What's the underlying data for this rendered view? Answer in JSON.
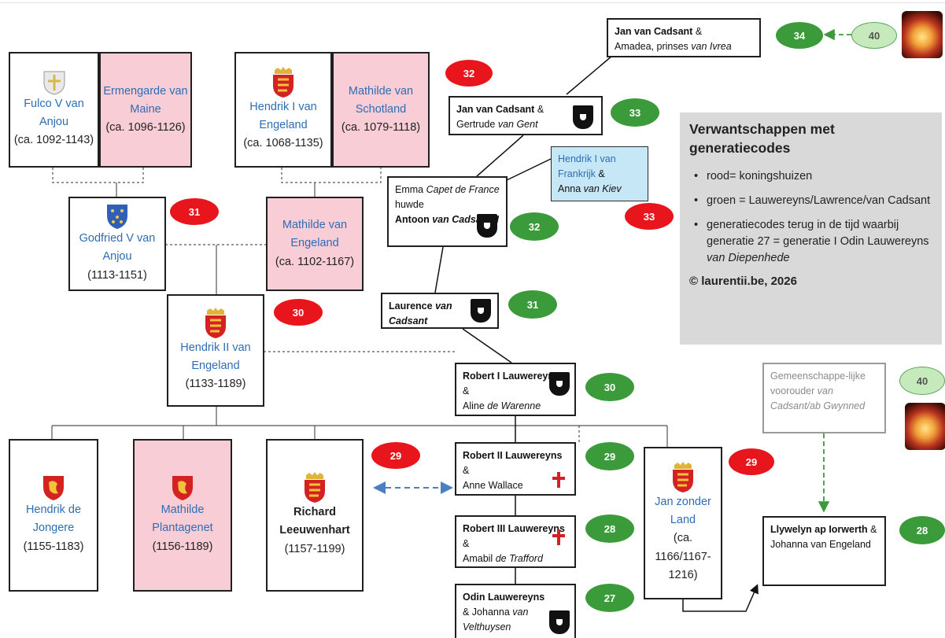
{
  "royals": {
    "fulco": {
      "name": "Fulco V van Anjou",
      "dates": "(ca. 1092-1143)"
    },
    "ermengarde": {
      "name": "Ermengarde van Maine",
      "dates": "(ca. 1096-1126)"
    },
    "hendrik1": {
      "name": "Hendrik I van Engeland",
      "dates": "(ca. 1068-1135)"
    },
    "mathilde_schotland": {
      "name": "Mathilde van Schotland",
      "dates": "(ca. 1079-1118)"
    },
    "godfried": {
      "name": "Godfried V van Anjou",
      "dates": "(1113-1151)"
    },
    "mathilde_engeland": {
      "name": "Mathilde van Engeland",
      "dates": "(ca. 1102-1167)"
    },
    "hendrik2": {
      "name": "Hendrik II van Engeland",
      "dates": "(1133-1189)"
    },
    "hendrik_jongere": {
      "name": "Hendrik de Jongere",
      "dates": "(1155-1183)"
    },
    "mathilde_plantagenet": {
      "name": "Mathilde Plantagenet",
      "dates": "(1156-1189)"
    },
    "richard": {
      "name": "Richard Leeuwenhart",
      "dates": "(1157-1199)"
    },
    "jan_zonder_land": {
      "name": "Jan zonder Land",
      "dates": "(ca. 1166/1167-1216)"
    }
  },
  "families": {
    "jan_amadea": {
      "line1": "Jan van Cadsant",
      "line1b": " &",
      "line2": "Amadea, prinses ",
      "line2i": "van Ivrea"
    },
    "jan_gertrude": {
      "line1": "Jan van Cadsant",
      "line1b": " &",
      "line2": "Gertrude ",
      "line2i": "van Gent"
    },
    "hendrik_frankrijk": {
      "name": "Hendrik I van Frankrijk",
      "amp": " &",
      "line2": "Anna ",
      "line2i": "van Kiev"
    },
    "emma_antoon": {
      "a": "Emma ",
      "ai": "Capet de France",
      "b": " huwde",
      "c": "Antoon ",
      "ci": "van Cadsant II"
    },
    "laurence": {
      "a": "Laurence ",
      "ai": "van Cadsant"
    },
    "robert1": {
      "a": "Robert I Lauwereyns",
      "b": " &",
      "c": "Aline ",
      "ci": "de Warenne"
    },
    "robert2": {
      "a": "Robert II Lauwereyns",
      "b": " &",
      "c": "Anne Wallace"
    },
    "robert3": {
      "a": "Robert III Lauwereyns",
      "b": " &",
      "c": "Amabil ",
      "ci": "de Trafford"
    },
    "odin": {
      "a": "Odin Lauwereyns",
      "c": "& Johanna ",
      "ci": "van Velthuysen"
    },
    "gemeenschappelijk": {
      "a": "Gemeenschappe-lijke voorouder ",
      "ai": "van Cadsant/ab Gwynned"
    },
    "llywelyn": {
      "a": "Llywelyn ap Iorwerth",
      "b": " &",
      "c": "Johanna van Engeland"
    }
  },
  "generation_codes": {
    "red": [
      "32",
      "31",
      "30",
      "29",
      "29",
      "33"
    ],
    "green": [
      "34",
      "33",
      "32",
      "31",
      "30",
      "29",
      "28",
      "27",
      "28"
    ],
    "light": [
      "40",
      "40"
    ]
  },
  "legend": {
    "title": "Verwantschappen met generatiecodes",
    "items": [
      "rood= koningshuizen",
      "groen = Lauwereyns/Lawrence/van Cadsant",
      "generatiecodes terug in de tijd waarbij generatie 27 = generatie I Odin Lauwereyns"
    ],
    "item3_italic": " van Diepenhede",
    "copyright": "© laurentii.be, 2026"
  },
  "colors": {
    "royal_text": "#2e6db4",
    "pink_box": "#f9cdd6",
    "blue_box": "#c5e7f6",
    "red_code": "#e8161c",
    "green_code": "#3b9b3b",
    "legend_bg": "#d9d9d9",
    "arrow_blue": "#4a7fc0",
    "arrow_green": "#3b9b3b"
  },
  "icons": [
    "cross-crest-icon",
    "lions-crest-icon",
    "fleur-de-lis-crest-icon",
    "black-shield-icon",
    "red-cross-icon",
    "heart-sun-image"
  ]
}
